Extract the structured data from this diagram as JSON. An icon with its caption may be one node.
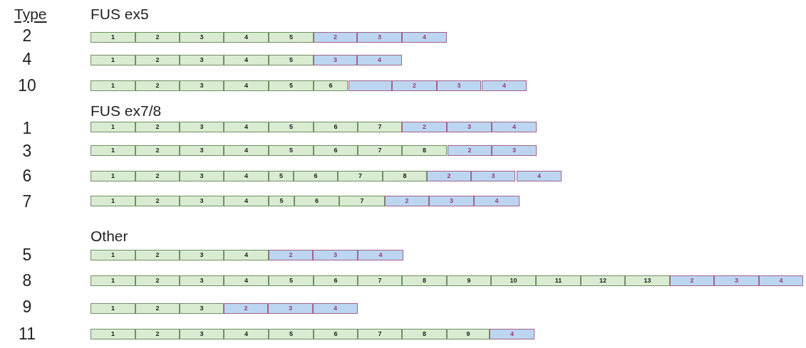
{
  "diagram": {
    "nodes": [
      {
        "text": [
          "1"
        ]
      },
      {
        "text": [
          "2"
        ]
      },
      {
        "text": [
          "3"
        ]
      },
      {
        "text": [
          "4"
        ]
      },
      {
        "text": [
          "5"
        ]
      },
      {
        "text": [
          "2"
        ]
      },
      {
        "text": [
          "3"
        ]
      },
      {
        "text": [
          "4"
        ]
      },
      {
        "text": [
          "1"
        ]
      },
      {
        "text": [
          "2"
        ]
      },
      {
        "text": [
          "3"
        ]
      },
      {
        "text": [
          "4"
        ]
      },
      {
        "text": [
          "5"
        ]
      },
      {
        "text": [
          "3"
        ]
      },
      {
        "text": [
          "4"
        ]
      },
      {
        "text": [
          "1"
        ]
      },
      {
        "text": [
          "2"
        ]
      },
      {
        "text": [
          "3"
        ]
      },
      {
        "text": [
          "4"
        ]
      },
      {
        "text": [
          "5"
        ]
      },
      {
        "text": [
          "6"
        ]
      },
      {
        "text": [],
        "shape": "box"
      },
      {
        "text": [
          "2"
        ]
      },
      {
        "text": [
          "3"
        ]
      },
      {
        "text": [
          "4"
        ]
      },
      {
        "text": [
          "1"
        ]
      },
      {
        "text": [
          "2"
        ]
      },
      {
        "text": [
          "3"
        ]
      },
      {
        "text": [
          "4"
        ]
      },
      {
        "text": [
          "5"
        ]
      },
      {
        "text": [
          "6"
        ]
      },
      {
        "text": [
          "7"
        ]
      },
      {
        "text": [
          "2"
        ]
      },
      {
        "text": [
          "3"
        ]
      },
      {
        "text": [
          "4"
        ]
      },
      {
        "text": [
          "1"
        ]
      },
      {
        "text": [
          "2"
        ]
      },
      {
        "text": [
          "3"
        ]
      },
      {
        "text": [
          "4"
        ]
      },
      {
        "text": [
          "5"
        ]
      },
      {
        "text": [
          "6"
        ]
      },
      {
        "text": [
          "7"
        ]
      },
      {
        "text": [
          "8"
        ]
      },
      {
        "text": [
          "2"
        ]
      },
      {
        "text": [
          "3"
        ]
      },
      {
        "text": [
          "1"
        ]
      },
      {
        "text": [
          "2"
        ]
      },
      {
        "text": [
          "3"
        ]
      },
      {
        "text": [
          "4"
        ]
      },
      {
        "text": [
          "5"
        ]
      },
      {
        "text": [
          "6"
        ]
      },
      {
        "text": [
          "7"
        ]
      },
      {
        "text": [
          "8"
        ]
      },
      {
        "text": [
          "2"
        ]
      },
      {
        "text": [
          "3"
        ]
      },
      {
        "text": [
          "4"
        ]
      },
      {
        "text": [
          "1"
        ]
      },
      {
        "text": [
          "2"
        ]
      },
      {
        "text": [
          "3"
        ]
      },
      {
        "text": [
          "4"
        ]
      },
      {
        "text": [
          "5"
        ]
      },
      {
        "text": [
          "6"
        ]
      },
      {
        "text": [
          "7"
        ]
      },
      {
        "text": [
          "2"
        ]
      },
      {
        "text": [
          "3"
        ]
      },
      {
        "text": [
          "4"
        ]
      },
      {
        "text": [
          "1"
        ]
      },
      {
        "text": [
          "2"
        ]
      },
      {
        "text": [
          "3"
        ]
      },
      {
        "text": [
          "4"
        ]
      },
      {
        "text": [
          "2"
        ]
      },
      {
        "text": [
          "3"
        ]
      },
      {
        "text": [
          "4"
        ]
      },
      {
        "text": [
          "1"
        ]
      },
      {
        "text": [
          "2"
        ]
      },
      {
        "text": [
          "3"
        ]
      },
      {
        "text": [
          "4"
        ]
      },
      {
        "text": [
          "5"
        ]
      },
      {
        "text": [
          "6"
        ]
      },
      {
        "text": [
          "7"
        ]
      },
      {
        "text": [
          "8"
        ]
      },
      {
        "text": [
          "9"
        ]
      },
      {
        "text": [
          "10"
        ]
      },
      {
        "text": [
          "11"
        ]
      },
      {
        "text": [
          "12"
        ]
      },
      {
        "text": [
          "13"
        ]
      },
      {
        "text": [
          "2"
        ]
      },
      {
        "text": [
          "3"
        ]
      },
      {
        "text": [
          "4"
        ]
      },
      {
        "text": [
          "1"
        ]
      },
      {
        "text": [
          "2"
        ]
      },
      {
        "text": [
          "3"
        ]
      },
      {
        "text": [
          "2"
        ]
      },
      {
        "text": [
          "3"
        ]
      },
      {
        "text": [
          "4"
        ]
      },
      {
        "text": [
          "1"
        ]
      },
      {
        "text": [
          "2"
        ]
      },
      {
        "text": [
          "3"
        ]
      },
      {
        "text": [
          "4"
        ]
      },
      {
        "text": [
          "5"
        ]
      },
      {
        "text": [
          "6"
        ]
      },
      {
        "text": [
          "7"
        ]
      },
      {
        "text": [
          "8"
        ]
      },
      {
        "text": [
          "9"
        ]
      },
      {
        "text": [
          "4"
        ]
      }
    ],
    "labels": [
      "Type",
      "FUS ex5",
      "2",
      "4",
      "10",
      "FUS ex7/8",
      "1",
      "3",
      "6",
      "7",
      "Other",
      "5",
      "8",
      "9",
      "11"
    ]
  }
}
